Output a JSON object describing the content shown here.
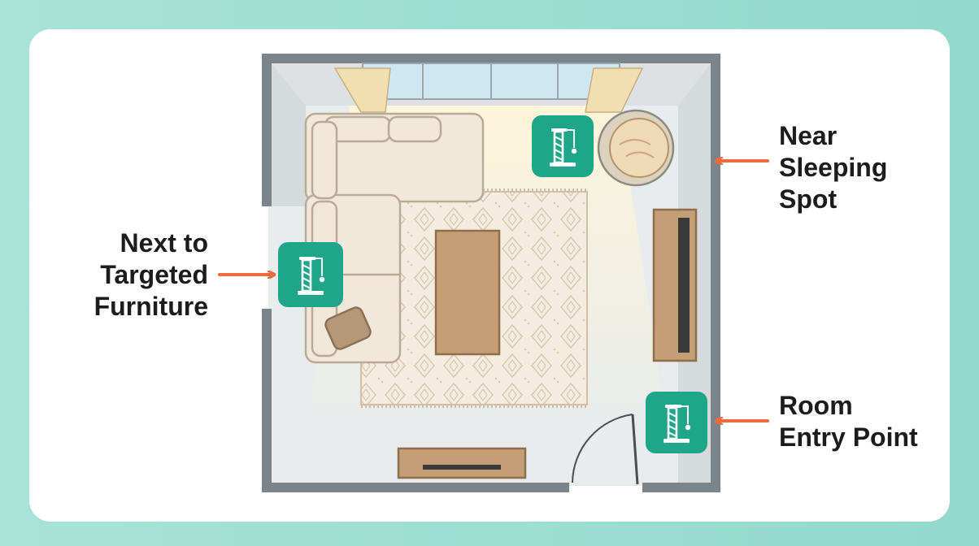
{
  "colors": {
    "background": "#9fdfd2",
    "card": "#ffffff",
    "wall": "#7b8489",
    "floor": "#e9eced",
    "arrow": "#ee6a3e",
    "post_badge": "#1fa688",
    "sofa": "#f1e8d9",
    "rug": "#f3ebdd",
    "wood": "#c49e74"
  },
  "icons": {
    "post": "cat-scratching-post-icon",
    "arrow": "arrow-right-icon"
  },
  "labels": {
    "left": {
      "lines": [
        "Next to",
        "Targeted",
        "Furniture"
      ]
    },
    "top_right": {
      "lines": [
        "Near",
        "Sleeping",
        "Spot"
      ]
    },
    "bottom_right": {
      "lines": [
        "Room",
        "Entry Point"
      ]
    }
  }
}
